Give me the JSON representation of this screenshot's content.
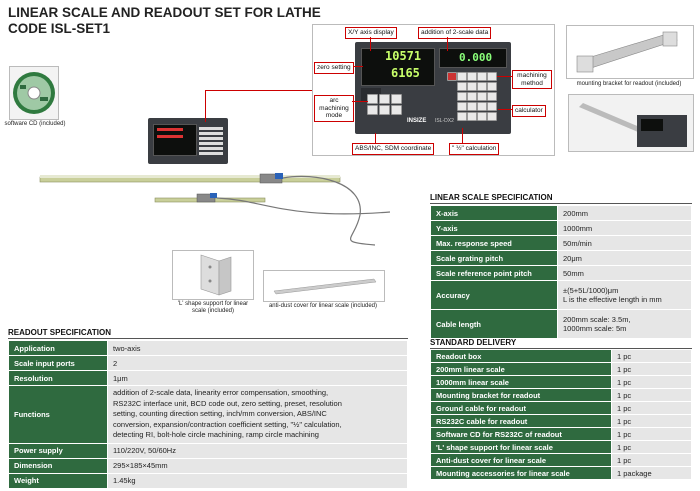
{
  "title": {
    "line1": "LINEAR SCALE AND READOUT SET FOR LATHE",
    "line2": "CODE ISL-SET1"
  },
  "software_cd": {
    "caption": "software CD (included)"
  },
  "device": {
    "brand": "INSIZE",
    "model": "ISL-DX2",
    "x_value": "10571",
    "y_value": "6165",
    "z_value": "0.000"
  },
  "callouts": {
    "xy_axis": "X/Y axis display",
    "addition": "addition of 2-scale data",
    "zero": "zero setting",
    "arc": "arc machining mode",
    "abs": "ABS/INC, SDM coordinate",
    "half": "\" ½\" calculation",
    "machining": "machining method",
    "calculator": "calculator"
  },
  "bracket": {
    "caption": "mounting bracket for readout (included)"
  },
  "l_shape": {
    "caption": "'L' shape support for linear scale (included)"
  },
  "anti_dust": {
    "caption": "anti-dust cover for linear scale (included)"
  },
  "linear_scale_spec": {
    "heading": "LINEAR SCALE SPECIFICATION",
    "rows": [
      {
        "k": "X-axis",
        "v": "200mm"
      },
      {
        "k": "Y-axis",
        "v": "1000mm"
      },
      {
        "k": "Max. response speed",
        "v": "50m/min"
      },
      {
        "k": "Scale grating pitch",
        "v": "20μm"
      },
      {
        "k": "Scale reference point pitch",
        "v": "50mm"
      },
      {
        "k": "Accuracy",
        "v": "±(5+5L/1000)μm",
        "v2": "L is the effective length in mm"
      },
      {
        "k": "Cable length",
        "v": "200mm scale: 3.5m,",
        "v2": "1000mm scale: 5m"
      }
    ]
  },
  "readout_spec": {
    "heading": "READOUT SPECIFICATION",
    "rows": [
      {
        "k": "Application",
        "v": "two-axis"
      },
      {
        "k": "Scale input ports",
        "v": "2"
      },
      {
        "k": "Resolution",
        "v": "1μm"
      },
      {
        "k": "Functions",
        "lines": [
          "addition of 2-scale data, linearity error compensation, smoothing,",
          "RS232C interface unit, BCD code out, zero setting, preset, resolution",
          "setting, counting direction setting, inch/mm conversion, ABS/INC",
          "conversion, expansion/contraction coefficient setting, \"½\" calculation,",
          "detecting RI, bolt-hole circle machining, ramp circle machining"
        ]
      },
      {
        "k": "Power supply",
        "v": "110/220V, 50/60Hz"
      },
      {
        "k": "Dimension",
        "v": "295×185×45mm"
      },
      {
        "k": "Weight",
        "v": "1.45kg"
      }
    ]
  },
  "standard_delivery": {
    "heading": "STANDARD DELIVERY",
    "rows": [
      {
        "k": "Readout box",
        "v": "1 pc"
      },
      {
        "k": "200mm linear scale",
        "v": "1 pc"
      },
      {
        "k": "1000mm linear scale",
        "v": "1 pc"
      },
      {
        "k": "Mounting bracket for readout",
        "v": "1 pc"
      },
      {
        "k": "Ground cable for readout",
        "v": "1 pc"
      },
      {
        "k": "RS232C cable for readout",
        "v": "1 pc"
      },
      {
        "k": "Software CD for RS232C of readout",
        "v": "1 pc"
      },
      {
        "k": "'L' shape support for linear scale",
        "v": "1 pc"
      },
      {
        "k": "Anti-dust cover for linear scale",
        "v": "1 pc"
      },
      {
        "k": "Mounting accessories for linear scale",
        "v": "1 package"
      }
    ]
  }
}
